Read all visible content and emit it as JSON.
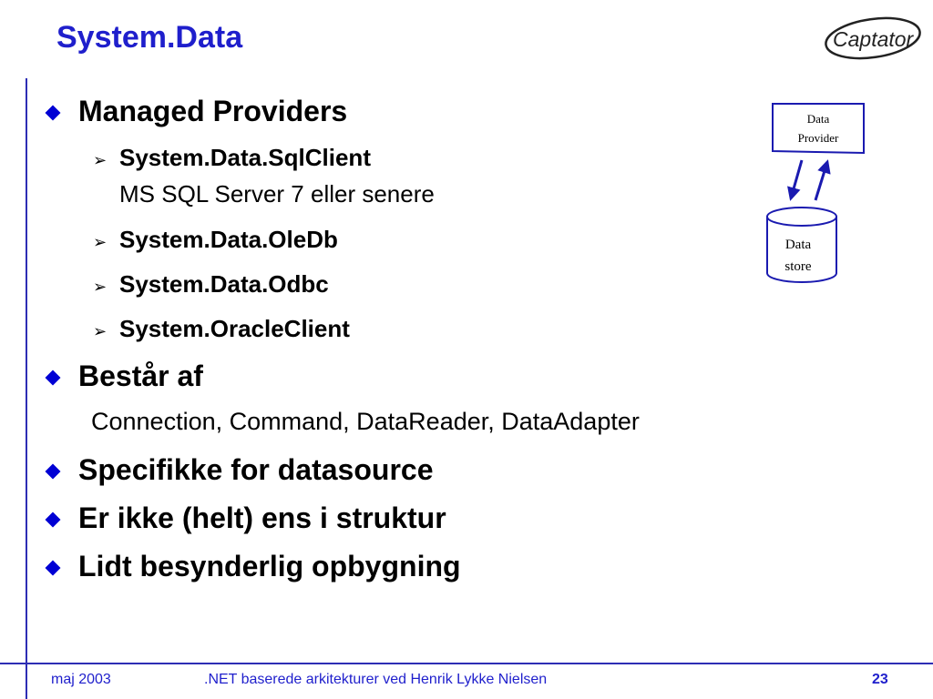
{
  "slide": {
    "title": "System.Data",
    "logo_text": "Captator",
    "bullets": [
      {
        "text": "Managed Providers",
        "subitems": [
          {
            "text": "System.Data.SqlClient",
            "note": "MS SQL Server 7 eller senere"
          },
          {
            "text": "System.Data.OleDb"
          },
          {
            "text": "System.Data.Odbc"
          },
          {
            "text": "System.OracleClient"
          }
        ]
      },
      {
        "text": "Består af",
        "detail": "Connection, Command, DataReader, DataAdapter"
      },
      {
        "text": "Specifikke for datasource"
      },
      {
        "text": "Er ikke (helt) ens i struktur"
      },
      {
        "text": "Lidt besynderlig opbygning"
      }
    ],
    "diagram": {
      "provider_label_line1": "Data",
      "provider_label_line2": "Provider",
      "store_label_line1": "Data",
      "store_label_line2": "store"
    },
    "footer": {
      "date": "maj 2003",
      "center": ".NET baserede arkitekturer ved Henrik Lykke Nielsen",
      "page": "23"
    },
    "colors": {
      "accent": "#1f1fcc",
      "bullet": "#0000d4",
      "rule": "#2d2db4"
    }
  }
}
